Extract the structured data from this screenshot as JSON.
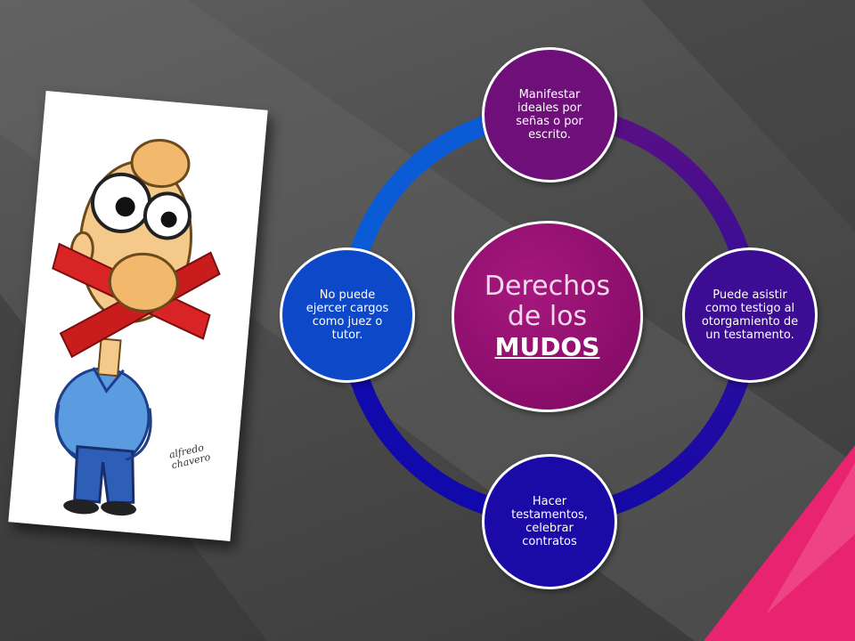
{
  "diagram": {
    "center": {
      "line1": "Derechos",
      "line2": "de los",
      "line3": "MUDOS"
    },
    "nodes": [
      {
        "id": "top",
        "text": "Manifestar ideales por señas o por escrito."
      },
      {
        "id": "right",
        "text": "Puede asistir como testigo al otorgamiento de un testamento."
      },
      {
        "id": "bottom",
        "text": "Hacer testamentos, celebrar contratos"
      },
      {
        "id": "left",
        "text": "No puede ejercer cargos como juez o tutor."
      }
    ]
  },
  "image": {
    "signature": "alfredo chavero"
  },
  "colors": {
    "center": "#8a0d6a",
    "top_node": "#6e0f7a",
    "right_node": "#3c0d93",
    "bottom_node": "#1a0aa6",
    "left_node": "#0d48c9",
    "accent_corner": "#e8236f"
  }
}
